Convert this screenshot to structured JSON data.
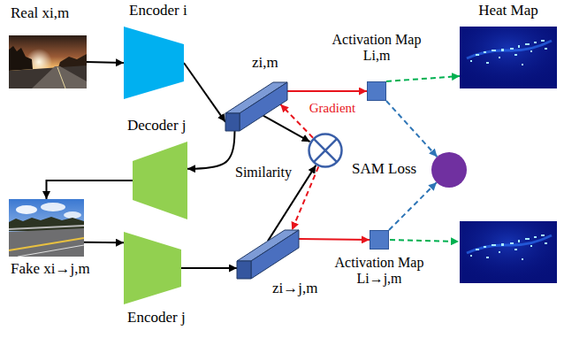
{
  "diagram": {
    "nodes": [
      {
        "text": [
          "Real xi,m"
        ]
      },
      {
        "text": [
          "Encoder i"
        ]
      },
      {
        "text": [
          "zi,m"
        ]
      },
      {
        "text": [
          "Activation Map Li,m"
        ]
      },
      {
        "text": [
          "Heat Map"
        ]
      },
      {
        "text": [
          "Decoder j"
        ]
      },
      {
        "text": [
          "Similarity"
        ]
      },
      {
        "text": [
          "SAM Loss"
        ]
      },
      {
        "text": [
          "Fake xi→j,m"
        ]
      },
      {
        "text": [
          "Encoder j"
        ]
      },
      {
        "text": [
          "zi→j,m"
        ]
      },
      {
        "text": [
          "Activation Map Li→j,m"
        ]
      }
    ],
    "edges": [
      {
        "from": 0,
        "to": 1,
        "arrow": "to"
      },
      {
        "from": 1,
        "to": 2,
        "arrow": "to"
      },
      {
        "from": 2,
        "to": 3,
        "arrow": "to"
      },
      {
        "from": 3,
        "to": 4,
        "arrow": "to"
      },
      {
        "from": 3,
        "to": 7,
        "arrow": "to"
      },
      {
        "from": 2,
        "to": 5,
        "arrow": "to"
      },
      {
        "from": 5,
        "to": 8,
        "arrow": "to"
      },
      {
        "from": 8,
        "to": 9,
        "arrow": "to"
      },
      {
        "from": 9,
        "to": 10,
        "arrow": "to"
      },
      {
        "from": 10,
        "to": 11,
        "arrow": "to"
      },
      {
        "from": 11,
        "to": 7,
        "arrow": "to"
      },
      {
        "from": 2,
        "to": 6,
        "arrow": "to"
      },
      {
        "from": 10,
        "to": 6,
        "arrow": "to"
      },
      {
        "from": 6,
        "to": 2,
        "label": "Gradient",
        "arrow": "to"
      },
      {
        "from": 6,
        "to": 10,
        "arrow": "to"
      }
    ]
  }
}
